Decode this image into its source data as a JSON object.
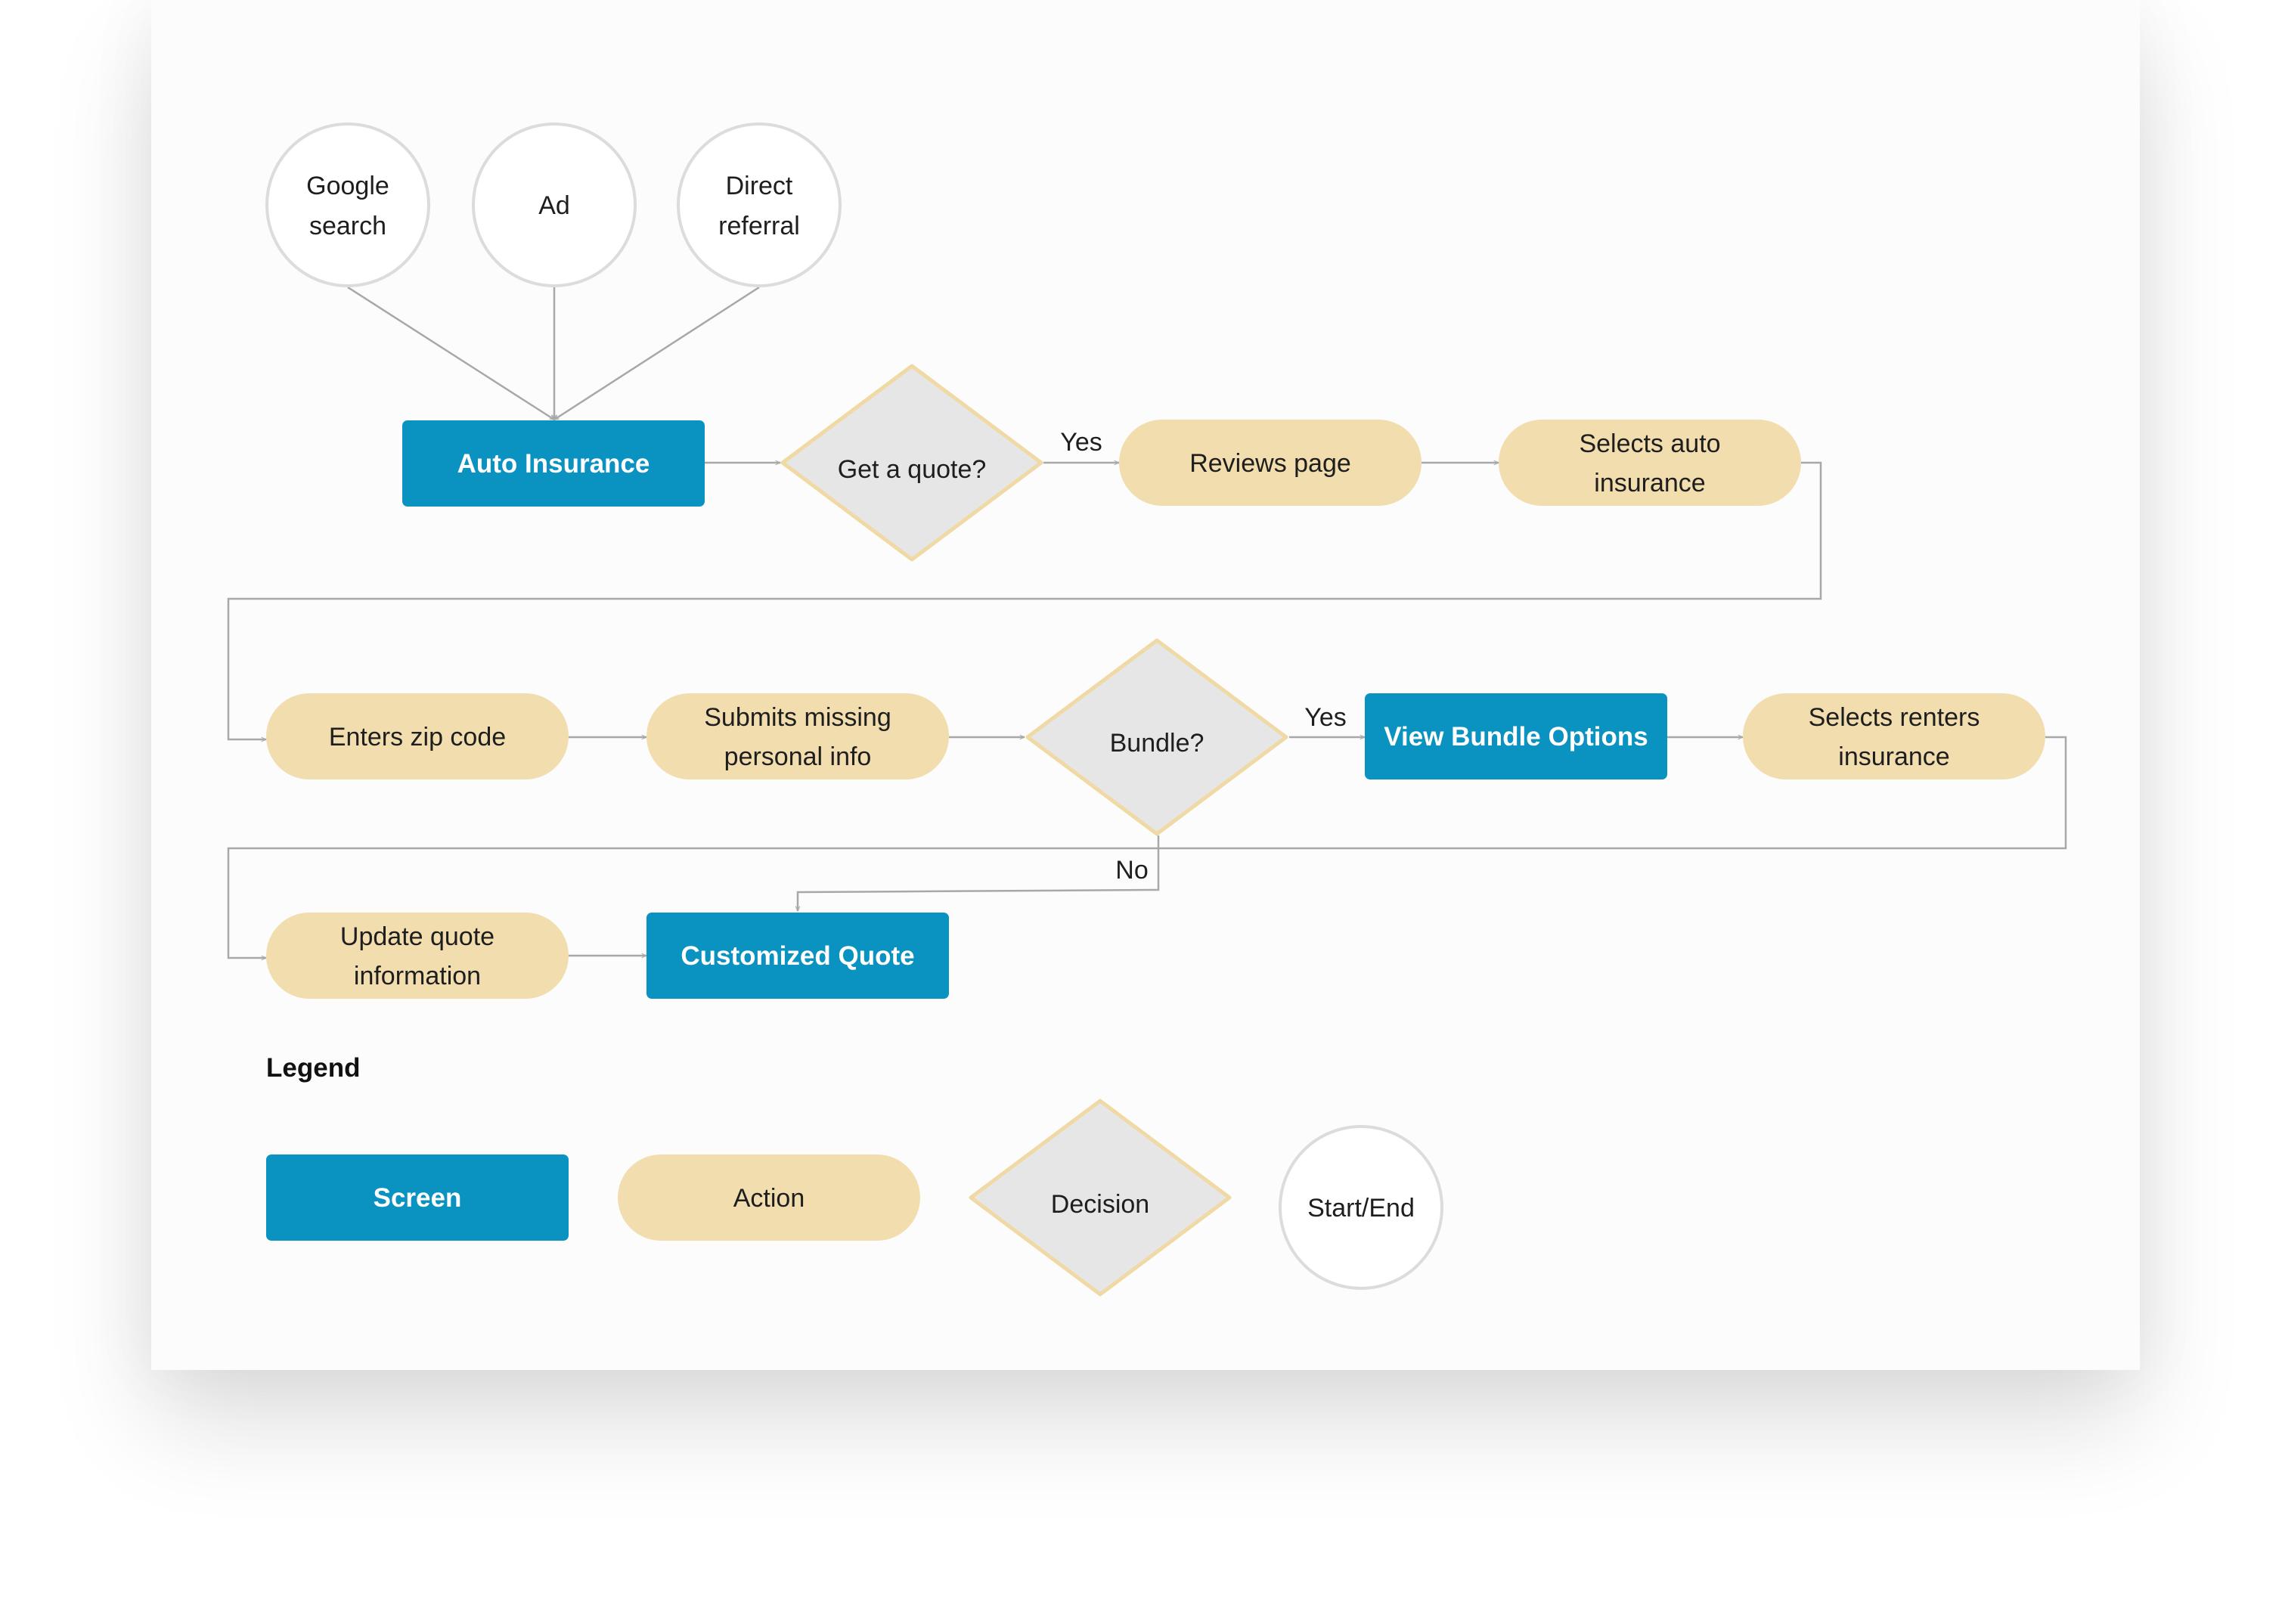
{
  "colors": {
    "screen": "#0a93c0",
    "action": "#f2ddae",
    "decision_fill": "#e6e6e6",
    "decision_border": "#f0d9a4",
    "start_border": "#dcdcdc",
    "connector": "#a8a8a8"
  },
  "sources": {
    "google_search": [
      "Google",
      "search"
    ],
    "ad": [
      "Ad"
    ],
    "direct_referral": [
      "Direct",
      "referral"
    ]
  },
  "row1": {
    "auto_insurance": "Auto Insurance",
    "get_quote": "Get a quote?",
    "yes_label": "Yes",
    "reviews_page": "Reviews page",
    "selects_auto": [
      "Selects auto",
      "insurance"
    ]
  },
  "row2": {
    "enters_zip": "Enters zip code",
    "submits_missing": [
      "Submits missing",
      "personal info"
    ],
    "bundle": "Bundle?",
    "yes_label": "Yes",
    "no_label": "No",
    "view_bundle": "View Bundle Options",
    "selects_renters": [
      "Selects renters",
      "insurance"
    ]
  },
  "row3": {
    "update_quote": [
      "Update quote",
      "information"
    ],
    "customized_quote": "Customized Quote"
  },
  "legend": {
    "title": "Legend",
    "screen": "Screen",
    "action": "Action",
    "decision": "Decision",
    "start_end": "Start/End"
  }
}
